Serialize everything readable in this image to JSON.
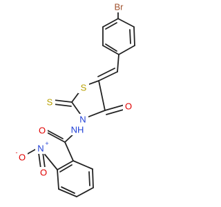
{
  "molecule": {
    "atoms": {
      "br": "Br",
      "s_ring": "S",
      "s_thione": "S",
      "o_ketone": "O",
      "n_ring": "N",
      "nh": "NH",
      "o_amide": "O",
      "n_nitro": "N",
      "o_nitro_minus": "O",
      "o_nitro_dbl": "O"
    },
    "charges": {
      "n_nitro": "+",
      "o_nitro_minus": "-"
    },
    "colors": {
      "bond": "#222222",
      "br": "#a0522d",
      "s": "#b8a000",
      "o": "#e00000",
      "n": "#1f3fd6"
    }
  }
}
